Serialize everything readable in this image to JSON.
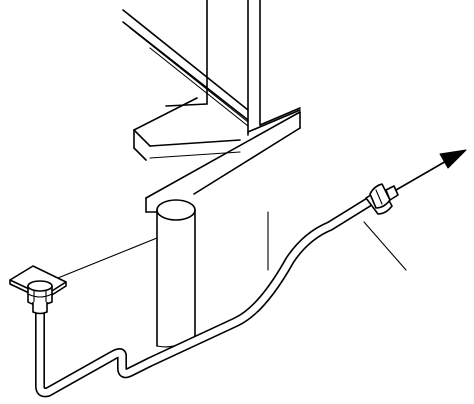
{
  "figure": {
    "description_kind": "line-drawing",
    "line_color": "#000000",
    "background_color": "#ffffff",
    "callout_count": 1,
    "arrow_direction": "up-right"
  }
}
